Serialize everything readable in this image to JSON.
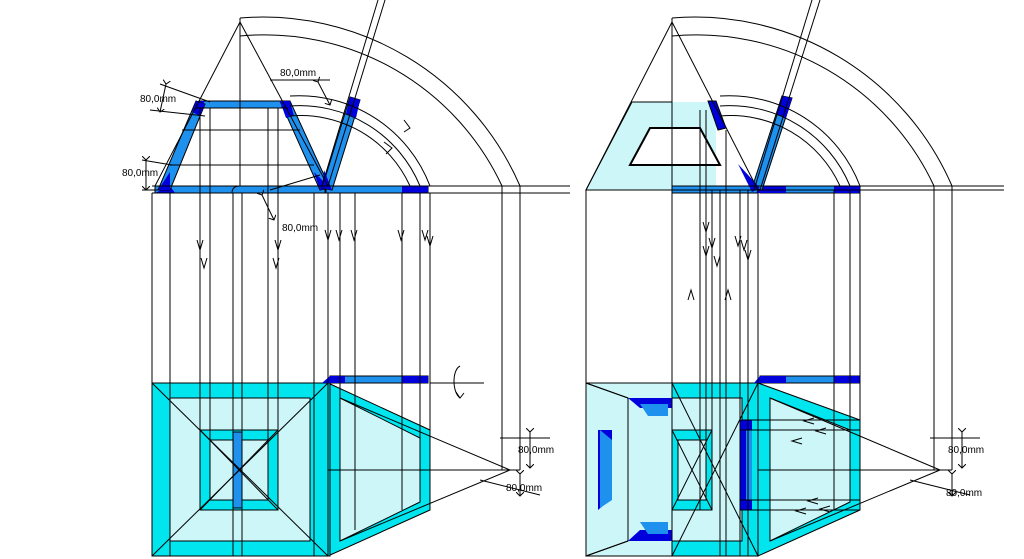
{
  "colors": {
    "cyan": "#00e5ee",
    "cyan_light": "#ccf6f8",
    "blue_mid": "#1e90ee",
    "blue_dark": "#0000dd",
    "line": "#000000"
  },
  "dimensions": {
    "left": [
      "80,0mm",
      "80,0mm",
      "80,0mm",
      "80,0mm",
      "80,0mm",
      "80,0mm"
    ],
    "right": [
      "80,0mm",
      "80,0mm"
    ]
  }
}
